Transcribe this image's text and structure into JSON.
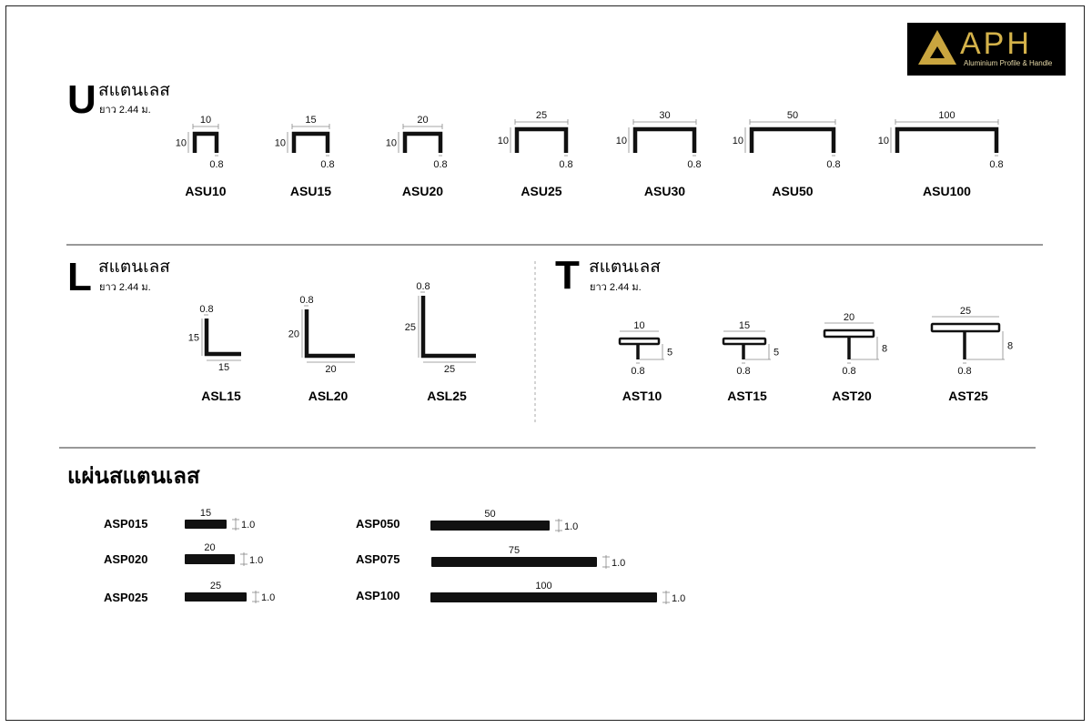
{
  "logo": {
    "brand": "APH",
    "tagline": "Aluminium Profile & Handle"
  },
  "u_section": {
    "letter": "U",
    "title": "สแตนเลส",
    "length": "ยาว 2.44 ม.",
    "items": [
      {
        "code": "ASU10",
        "width": "10",
        "height": "10",
        "thickness": "0.8"
      },
      {
        "code": "ASU15",
        "width": "15",
        "height": "10",
        "thickness": "0.8"
      },
      {
        "code": "ASU20",
        "width": "20",
        "height": "10",
        "thickness": "0.8"
      },
      {
        "code": "ASU25",
        "width": "25",
        "height": "10",
        "thickness": "0.8"
      },
      {
        "code": "ASU30",
        "width": "30",
        "height": "10",
        "thickness": "0.8"
      },
      {
        "code": "ASU50",
        "width": "50",
        "height": "10",
        "thickness": "0.8"
      },
      {
        "code": "ASU100",
        "width": "100",
        "height": "10",
        "thickness": "0.8"
      }
    ]
  },
  "l_section": {
    "letter": "L",
    "title": "สแตนเลส",
    "length": "ยาว 2.44 ม.",
    "items": [
      {
        "code": "ASL15",
        "width": "15",
        "height": "15",
        "thickness": "0.8"
      },
      {
        "code": "ASL20",
        "width": "20",
        "height": "20",
        "thickness": "0.8"
      },
      {
        "code": "ASL25",
        "width": "25",
        "height": "25",
        "thickness": "0.8"
      }
    ]
  },
  "t_section": {
    "letter": "T",
    "title": "สแตนเลส",
    "length": "ยาว 2.44 ม.",
    "items": [
      {
        "code": "AST10",
        "width": "10",
        "height": "5",
        "thickness": "0.8"
      },
      {
        "code": "AST15",
        "width": "15",
        "height": "5",
        "thickness": "0.8"
      },
      {
        "code": "AST20",
        "width": "20",
        "height": "8",
        "thickness": "0.8"
      },
      {
        "code": "AST25",
        "width": "25",
        "height": "8",
        "thickness": "0.8"
      }
    ]
  },
  "plate_section": {
    "title": "แผ่นสแตนเลส",
    "items": [
      {
        "code": "ASP015",
        "width": "15",
        "thickness": "1.0"
      },
      {
        "code": "ASP020",
        "width": "20",
        "thickness": "1.0"
      },
      {
        "code": "ASP025",
        "width": "25",
        "thickness": "1.0"
      },
      {
        "code": "ASP050",
        "width": "50",
        "thickness": "1.0"
      },
      {
        "code": "ASP075",
        "width": "75",
        "thickness": "1.0"
      },
      {
        "code": "ASP100",
        "width": "100",
        "thickness": "1.0"
      }
    ]
  },
  "colors": {
    "profile": "#111111",
    "dimension": "#888888",
    "logo_gold": "#c9a53f"
  }
}
